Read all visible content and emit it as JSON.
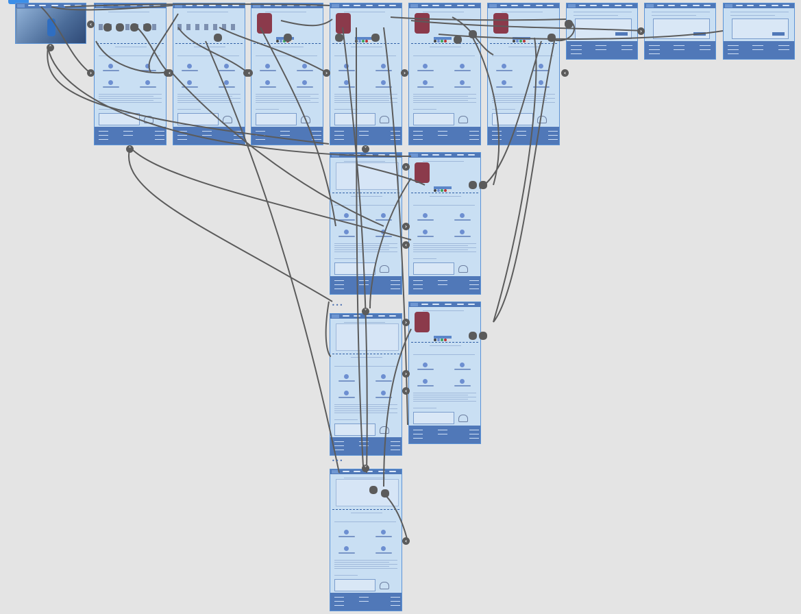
{
  "canvas": {
    "background": "#e4e4e4"
  },
  "colors": {
    "board": "#c9dff3",
    "board_border": "#5b93d6",
    "nav": "#4f78b8",
    "wire": "#5b5b5b",
    "accent": "#3b8ee8",
    "product": "#8b3a4b"
  },
  "icons": {
    "left": "chevron-left-icon",
    "right": "chevron-right-icon",
    "up": "chevron-up-icon",
    "down": "chevron-down-icon"
  },
  "glyphs": {
    "left": "‹",
    "right": "›",
    "up": "˄",
    "down": "˅"
  },
  "more": "•••",
  "boards": [
    {
      "id": "home",
      "kind": "hero"
    },
    {
      "id": "category-1",
      "kind": "long"
    },
    {
      "id": "category-2",
      "kind": "long"
    },
    {
      "id": "product-1",
      "kind": "long"
    },
    {
      "id": "product-2",
      "kind": "long"
    },
    {
      "id": "product-3",
      "kind": "long"
    },
    {
      "id": "product-4",
      "kind": "long"
    },
    {
      "id": "cart",
      "kind": "short"
    },
    {
      "id": "checkout",
      "kind": "short"
    },
    {
      "id": "confirmation",
      "kind": "short"
    },
    {
      "id": "catalog-grid",
      "kind": "long"
    },
    {
      "id": "product-variant-1",
      "kind": "long"
    },
    {
      "id": "form-page",
      "kind": "long"
    },
    {
      "id": "product-variant-2",
      "kind": "long"
    },
    {
      "id": "mobile-page",
      "kind": "long"
    }
  ],
  "connectors": [
    {
      "dir": "left"
    },
    {
      "dir": "right"
    },
    {
      "dir": "up"
    },
    {
      "dir": "right"
    },
    {
      "dir": "left"
    },
    {
      "dir": "right"
    },
    {
      "dir": "left"
    },
    {
      "dir": "right"
    },
    {
      "dir": "right"
    },
    {
      "dir": "left"
    },
    {
      "dir": "up"
    },
    {
      "dir": "down"
    },
    {
      "dir": "right"
    },
    {
      "dir": "right"
    },
    {
      "dir": "left"
    },
    {
      "dir": "right"
    },
    {
      "dir": "down"
    },
    {
      "dir": "right"
    },
    {
      "dir": "left"
    },
    {
      "dir": "right"
    },
    {
      "dir": "down"
    },
    {
      "dir": "left"
    }
  ]
}
